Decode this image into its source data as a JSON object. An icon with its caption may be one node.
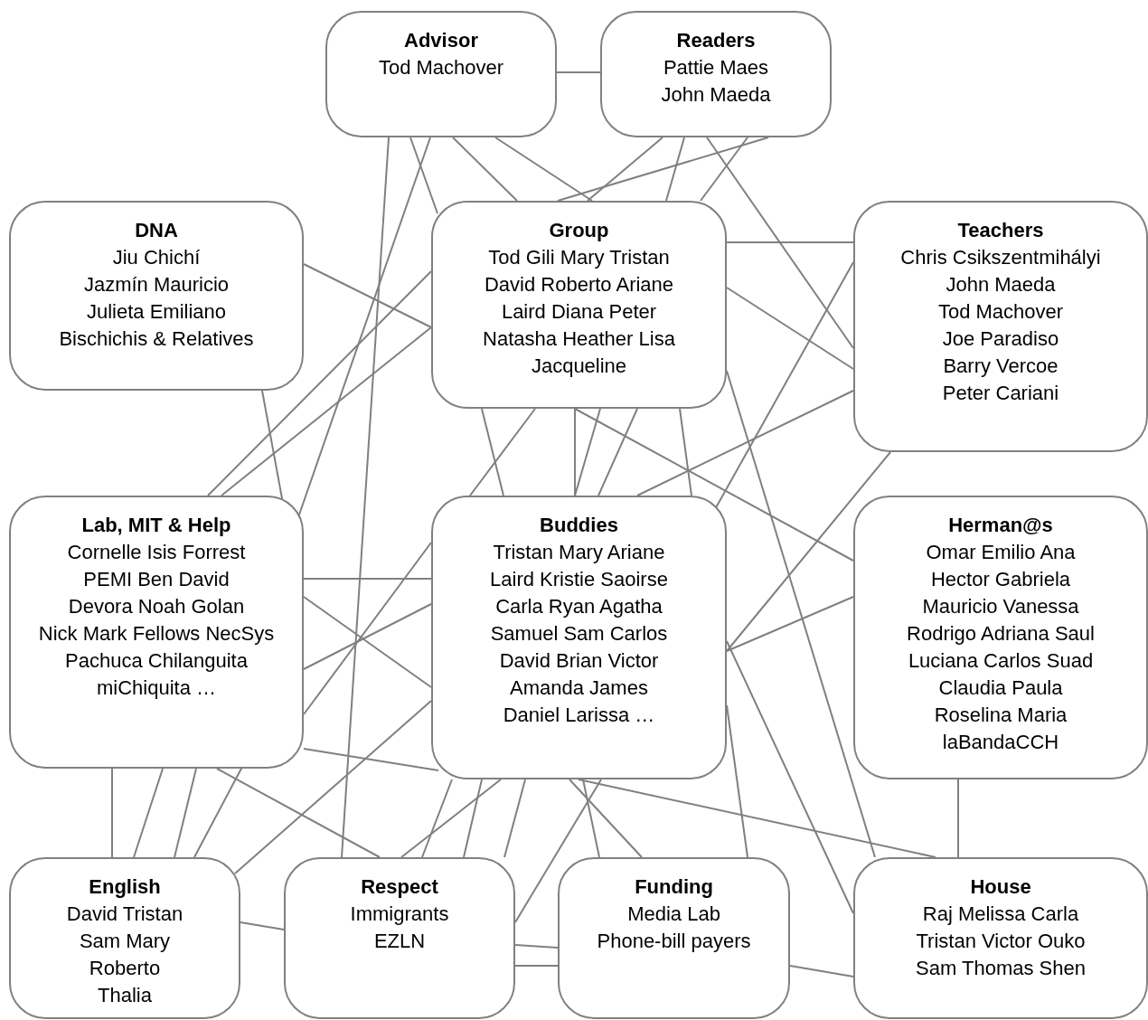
{
  "diagram": {
    "nodes": [
      {
        "text": [
          "Advisor",
          "Tod Machover"
        ]
      },
      {
        "text": [
          "Readers",
          "Pattie Maes",
          "John Maeda"
        ]
      },
      {
        "text": [
          "DNA",
          "Jiu Chichí",
          "Jazmín Mauricio",
          "Julieta Emiliano",
          "Bischichis & Relatives"
        ]
      },
      {
        "text": [
          "Group",
          "Tod Gili Mary Tristan",
          "David Roberto Ariane",
          "Laird Diana Peter",
          "Natasha Heather Lisa",
          "Jacqueline"
        ]
      },
      {
        "text": [
          "Teachers",
          "Chris Csikszentmihályi",
          "John Maeda",
          "Tod Machover",
          "Joe Paradiso",
          "Barry Vercoe",
          "Peter Cariani"
        ]
      },
      {
        "text": [
          "Lab, MIT & Help",
          "Cornelle Isis Forrest",
          "PEMI Ben David",
          "Devora Noah Golan",
          "Nick Mark Fellows NecSys",
          "Pachuca Chilanguita",
          "miChiquita …"
        ]
      },
      {
        "text": [
          "Buddies",
          "Tristan Mary Ariane",
          "Laird Kristie Saoirse",
          "Carla Ryan Agatha",
          "Samuel Sam Carlos",
          "David Brian Victor",
          "Amanda James",
          "Daniel Larissa …"
        ]
      },
      {
        "text": [
          "Herman@s",
          "Omar Emilio Ana",
          "Hector Gabriela",
          "Mauricio Vanessa",
          "Rodrigo Adriana Saul",
          "Luciana Carlos Suad",
          "Claudia Paula",
          "Roselina Maria",
          "laBandaCCH"
        ]
      },
      {
        "text": [
          "English",
          "David Tristan",
          "Sam Mary",
          "Roberto",
          "Thalia"
        ]
      },
      {
        "text": [
          "Respect",
          "Immigrants",
          "EZLN"
        ]
      },
      {
        "text": [
          "Funding",
          "Media Lab",
          "Phone-bill payers"
        ]
      },
      {
        "text": [
          "House",
          "Raj Melissa Carla",
          "Tristan Victor Ouko",
          "Sam Thomas Shen"
        ]
      }
    ],
    "edges": [
      {
        "from": 0,
        "to": 1,
        "arrow": "none"
      },
      {
        "from": 0,
        "to": 3,
        "arrow": "none"
      },
      {
        "from": 0,
        "to": 3,
        "arrow": "none"
      },
      {
        "from": 0,
        "to": 3,
        "arrow": "none"
      },
      {
        "from": 0,
        "to": 5,
        "arrow": "none"
      },
      {
        "from": 0,
        "to": 9,
        "arrow": "none"
      },
      {
        "from": 1,
        "to": 3,
        "arrow": "none"
      },
      {
        "from": 1,
        "to": 3,
        "arrow": "none"
      },
      {
        "from": 1,
        "to": 3,
        "arrow": "none"
      },
      {
        "from": 1,
        "to": 3,
        "arrow": "none"
      },
      {
        "from": 1,
        "to": 4,
        "arrow": "none"
      },
      {
        "from": 3,
        "to": 4,
        "arrow": "none"
      },
      {
        "from": 3,
        "to": 4,
        "arrow": "none"
      },
      {
        "from": 2,
        "to": 3,
        "arrow": "none"
      },
      {
        "from": 2,
        "to": 5,
        "arrow": "none"
      },
      {
        "from": 3,
        "to": 5,
        "arrow": "none"
      },
      {
        "from": 3,
        "to": 5,
        "arrow": "none"
      },
      {
        "from": 3,
        "to": 6,
        "arrow": "none"
      },
      {
        "from": 3,
        "to": 6,
        "arrow": "none"
      },
      {
        "from": 3,
        "to": 6,
        "arrow": "none"
      },
      {
        "from": 3,
        "to": 6,
        "arrow": "none"
      },
      {
        "from": 3,
        "to": 6,
        "arrow": "none"
      },
      {
        "from": 3,
        "to": 6,
        "arrow": "none"
      },
      {
        "from": 3,
        "to": 7,
        "arrow": "none"
      },
      {
        "from": 3,
        "to": 11,
        "arrow": "none"
      },
      {
        "from": 4,
        "to": 6,
        "arrow": "none"
      },
      {
        "from": 4,
        "to": 6,
        "arrow": "none"
      },
      {
        "from": 4,
        "to": 6,
        "arrow": "none"
      },
      {
        "from": 7,
        "to": 6,
        "arrow": "none"
      },
      {
        "from": 7,
        "to": 11,
        "arrow": "none"
      },
      {
        "from": 6,
        "to": 11,
        "arrow": "none"
      },
      {
        "from": 6,
        "to": 11,
        "arrow": "none"
      },
      {
        "from": 6,
        "to": 10,
        "arrow": "none"
      },
      {
        "from": 6,
        "to": 10,
        "arrow": "none"
      },
      {
        "from": 6,
        "to": 10,
        "arrow": "none"
      },
      {
        "from": 6,
        "to": 9,
        "arrow": "none"
      },
      {
        "from": 5,
        "to": 8,
        "arrow": "none"
      },
      {
        "from": 5,
        "to": 8,
        "arrow": "none"
      },
      {
        "from": 5,
        "to": 8,
        "arrow": "none"
      },
      {
        "from": 5,
        "to": 8,
        "arrow": "none"
      },
      {
        "from": 5,
        "to": 9,
        "arrow": "none"
      },
      {
        "from": 5,
        "to": 6,
        "arrow": "none"
      },
      {
        "from": 8,
        "to": 6,
        "arrow": "none"
      },
      {
        "from": 6,
        "to": 9,
        "arrow": "none"
      },
      {
        "from": 6,
        "to": 9,
        "arrow": "none"
      },
      {
        "from": 6,
        "to": 9,
        "arrow": "none"
      },
      {
        "from": 6,
        "to": 9,
        "arrow": "none"
      },
      {
        "from": 8,
        "to": 9,
        "arrow": "none"
      },
      {
        "from": 9,
        "to": 10,
        "arrow": "none"
      },
      {
        "from": 9,
        "to": 10,
        "arrow": "none"
      },
      {
        "from": 10,
        "to": 11,
        "arrow": "none"
      },
      {
        "from": 5,
        "to": 6,
        "arrow": "none"
      },
      {
        "from": 5,
        "to": 6,
        "arrow": "none"
      },
      {
        "from": 5,
        "to": 6,
        "arrow": "none"
      },
      {
        "from": 5,
        "to": 6,
        "arrow": "none"
      }
    ]
  }
}
